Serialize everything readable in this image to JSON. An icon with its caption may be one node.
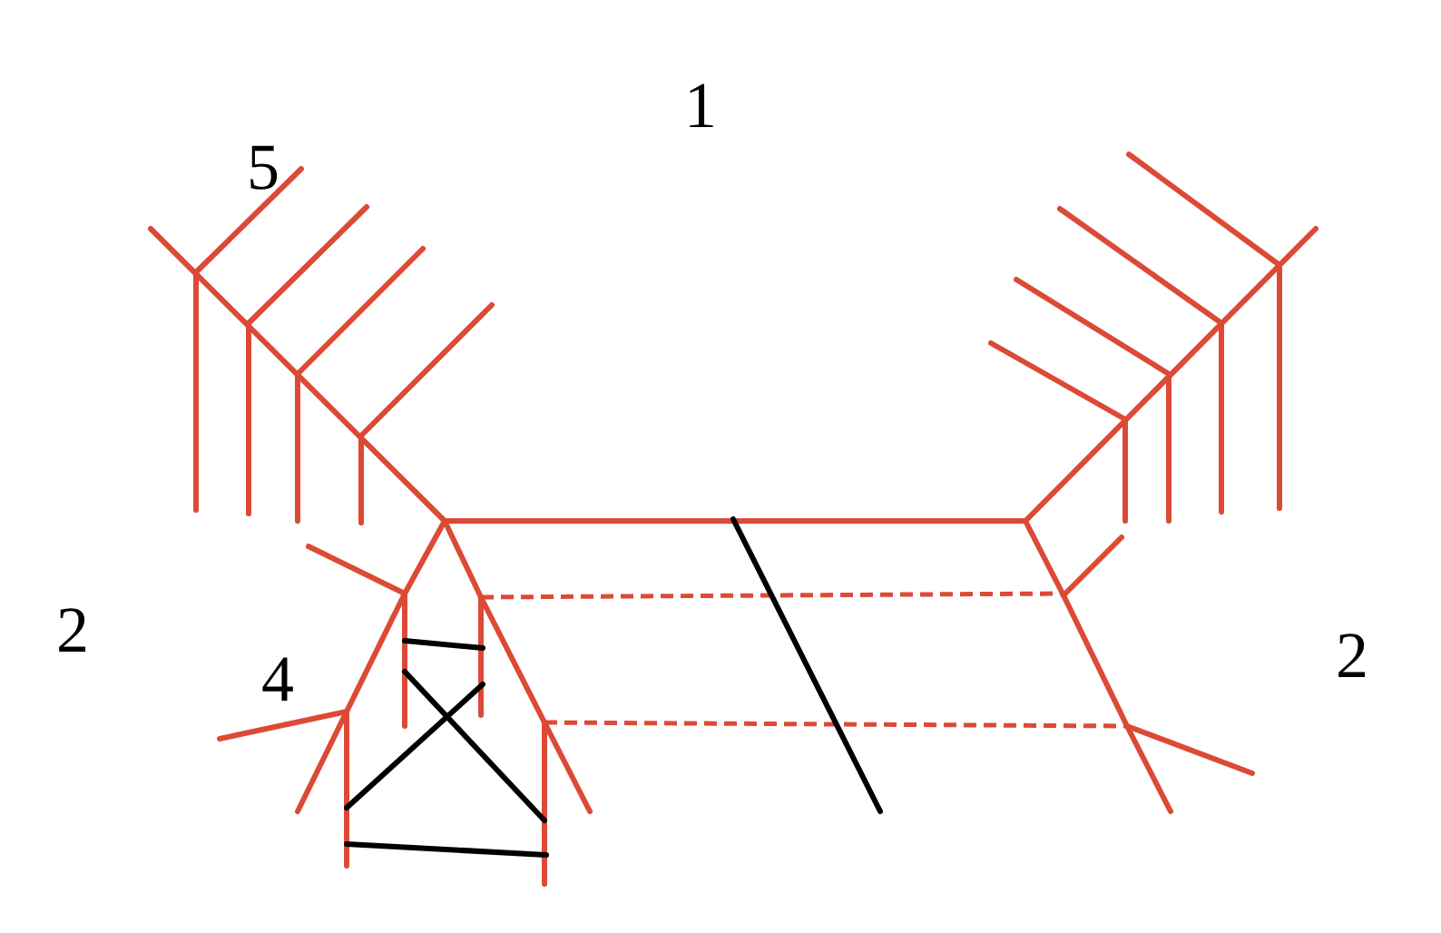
{
  "diagram": {
    "labels": [
      "1",
      "5",
      "2",
      "4",
      "2"
    ]
  }
}
